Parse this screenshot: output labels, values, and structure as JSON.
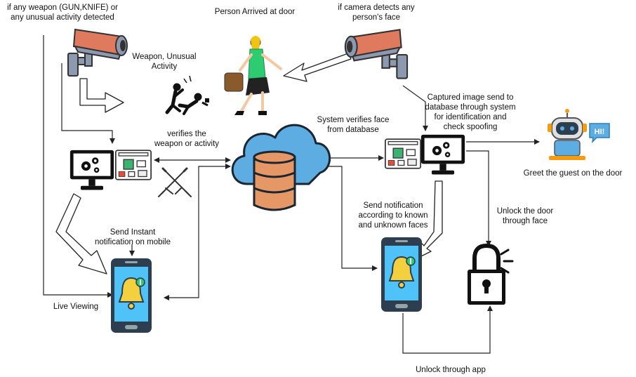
{
  "labels": {
    "weapon_detect": [
      "if any weapon (GUN,KNIFE) or",
      "any unusual activity detected"
    ],
    "person_arrived": "Person Arrived at door",
    "camera_detects": [
      "if camera detects any",
      "person's face"
    ],
    "weapon_unusual": [
      "Weapon, Unusual",
      "Activity"
    ],
    "captured_image": [
      "Captured image send to",
      "database through system",
      "for identification and",
      "check spoofing"
    ],
    "system_verifies": [
      "System verifies face",
      "from database"
    ],
    "verifies_weapon": [
      "verifies the",
      "weapon or activity"
    ],
    "greet_guest": "Greet the guest on the door",
    "unlock_face": [
      "Unlock the door",
      "through face"
    ],
    "send_notification": [
      "Send notification",
      "according to known",
      "and unknown faces"
    ],
    "send_instant": [
      "Send Instant",
      "notification on mobile"
    ],
    "live_viewing": "Live Viewing",
    "unlock_app": "Unlock  through app"
  },
  "robot_bubble": "HI!",
  "colors": {
    "camera_orange": "#e07a5f",
    "camera_gray": "#8d99ae",
    "cloud_blue": "#5dade2",
    "db_brown": "#e59866",
    "phone_screen": "#4fc3f7",
    "bell_yellow": "#f4d03f",
    "monitor_dark": "#111111",
    "board_green": "#3cb371",
    "line": "#222222"
  },
  "icons": [
    "cctv-camera-icon",
    "person-walking-icon",
    "weapon-activity-icon",
    "cloud-database-icon",
    "computer-monitor-icon",
    "raspberry-board-icon",
    "crossed-swords-icon",
    "mobile-bell-icon",
    "padlock-icon",
    "robot-chat-icon"
  ]
}
